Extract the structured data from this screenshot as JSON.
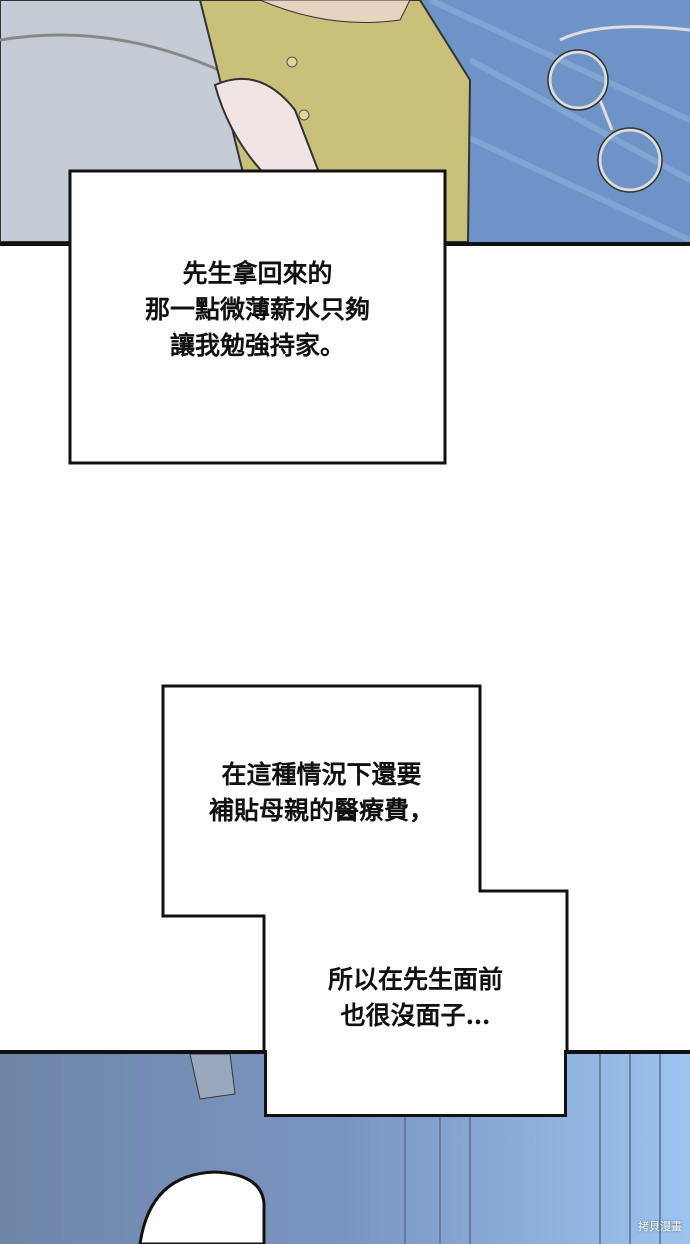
{
  "captions": {
    "first": [
      "先生拿回來的",
      "那一點微薄薪水只夠",
      "讓我勉強持家。"
    ],
    "second": [
      "在這種情況下還要",
      "補貼母親的醫療費，"
    ],
    "third": [
      "所以在先生面前",
      "也很沒面子…"
    ]
  },
  "watermark": "拷貝漫畫",
  "colors": {
    "blanket": "#5f7fb0",
    "shirt": "#c9c07a",
    "bottom_panel": "#7a95c2"
  }
}
